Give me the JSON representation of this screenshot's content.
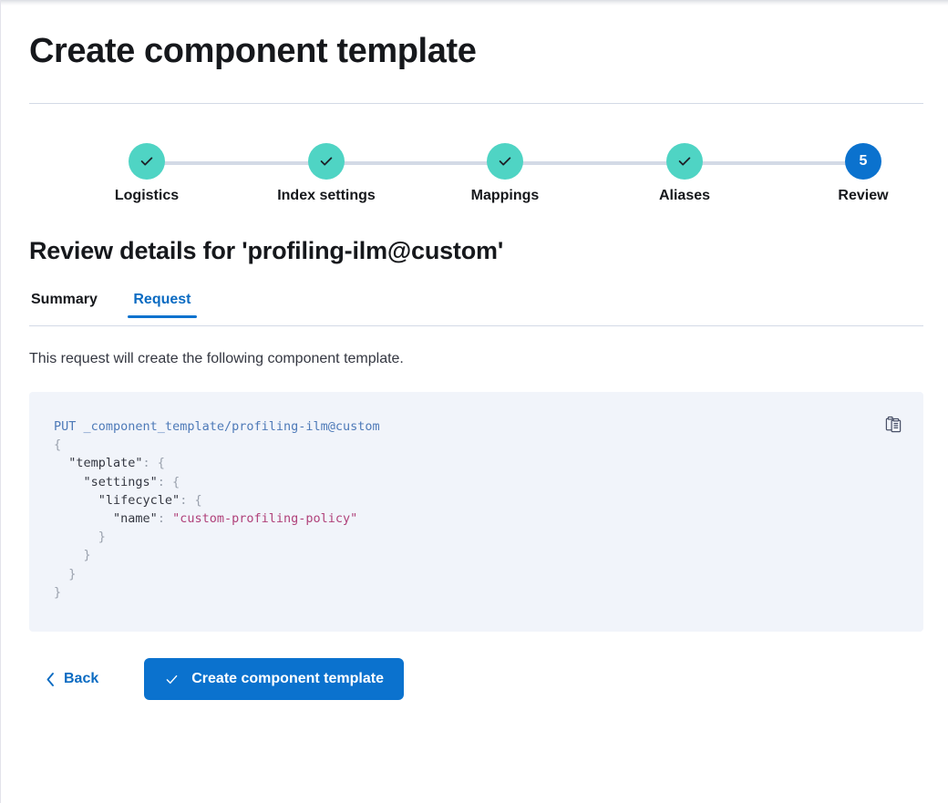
{
  "page": {
    "title": "Create component template"
  },
  "steps": {
    "items": [
      {
        "label": "Logistics",
        "number": "1",
        "state": "done"
      },
      {
        "label": "Index settings",
        "number": "2",
        "state": "done"
      },
      {
        "label": "Mappings",
        "number": "3",
        "state": "done"
      },
      {
        "label": "Aliases",
        "number": "4",
        "state": "done"
      },
      {
        "label": "Review",
        "number": "5",
        "state": "current"
      }
    ],
    "done_color": "#4fd4c4",
    "current_color": "#0b72ce",
    "track_color": "#d3dae6"
  },
  "review": {
    "heading": "Review details for 'profiling-ilm@custom'",
    "tabs": [
      {
        "label": "Summary",
        "active": false
      },
      {
        "label": "Request",
        "active": true
      }
    ],
    "description": "This request will create the following component template.",
    "accent_color": "#0b72ce"
  },
  "code": {
    "method": "PUT",
    "path": "_component_template/profiling-ilm@custom",
    "lines": [
      "PUT _component_template/profiling-ilm@custom",
      "{",
      "  \"template\": {",
      "    \"settings\": {",
      "      \"lifecycle\": {",
      "        \"name\": \"custom-profiling-policy\"",
      "      }",
      "    }",
      "  }",
      "}"
    ],
    "keys": [
      "template",
      "settings",
      "lifecycle",
      "name"
    ],
    "values": {
      "name": "custom-profiling-policy"
    },
    "copy_icon": "clipboard-copy-icon",
    "string_color": "#b0417a",
    "background": "#f1f4fa"
  },
  "footer": {
    "back_label": "Back",
    "submit_label": "Create component template"
  }
}
